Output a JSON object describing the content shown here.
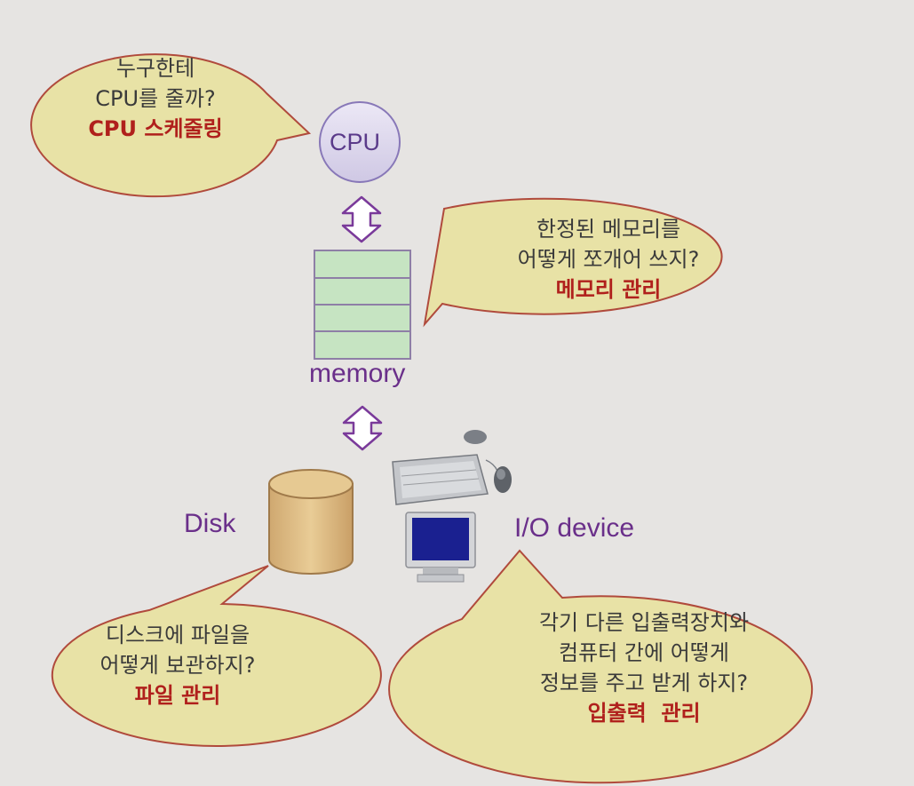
{
  "cpu": {
    "label": "CPU"
  },
  "memory": {
    "label": "memory"
  },
  "disk": {
    "label": "Disk"
  },
  "io": {
    "label": "I/O device"
  },
  "bubbles": {
    "cpu": {
      "lines": [
        "누구한테",
        "CPU를 줄까?"
      ],
      "accent": "CPU 스케줄링"
    },
    "memory": {
      "lines": [
        "한정된 메모리를",
        "어떻게 쪼개어 쓰지?"
      ],
      "accent": "메모리 관리"
    },
    "disk": {
      "lines": [
        "디스크에 파일을",
        "어떻게 보관하지?"
      ],
      "accent": "파일 관리"
    },
    "io": {
      "lines": [
        "각기 다른 입출력장치와",
        "컴퓨터 간에 어떻게",
        "정보를 주고 받게 하지?"
      ],
      "accent": "입출력  관리"
    }
  },
  "colors": {
    "bubble_fill": "#e8e2a6",
    "bubble_stroke": "#b04a3c",
    "accent_text": "#b0201c",
    "label_purple": "#6a2f8a",
    "memory_fill": "#c6e4c2",
    "disk_fill": "#dfc08a"
  }
}
